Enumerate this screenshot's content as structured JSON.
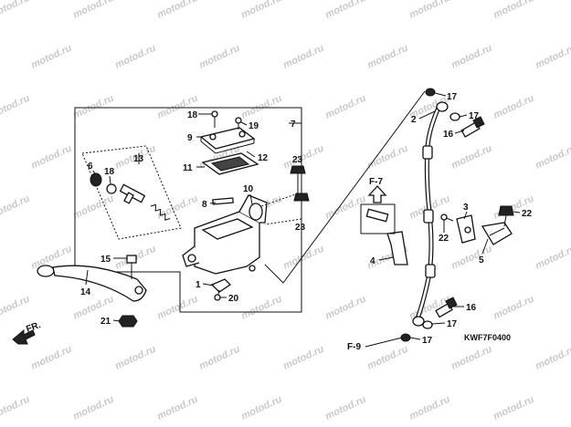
{
  "watermark": "motod.ru",
  "part_labels": [
    "1",
    "2",
    "3",
    "4",
    "5",
    "6",
    "7",
    "8",
    "9",
    "10",
    "11",
    "12",
    "13",
    "14",
    "15",
    "16",
    "17",
    "18",
    "19",
    "20",
    "21",
    "22",
    "23"
  ],
  "callouts": {
    "l18a": "18",
    "l19": "19",
    "l7": "7",
    "l9": "9",
    "l12": "12",
    "l11": "11",
    "l13": "13",
    "l6": "6",
    "l18b": "18",
    "l23a": "23",
    "l10": "10",
    "l8": "8",
    "l23b": "23",
    "l15": "15",
    "l14": "14",
    "l1": "1",
    "l20": "20",
    "l21": "21",
    "l17a": "17",
    "l2": "2",
    "l17b": "17",
    "l16a": "16",
    "l3": "3",
    "l22a": "22",
    "l22b": "22",
    "l5": "5",
    "l4": "4",
    "l16b": "16",
    "l17c": "17",
    "l17d": "17"
  },
  "refs": {
    "f7": "F-7",
    "f9": "F-9",
    "fr": "FR."
  },
  "diagram_code": "KWF7F0400"
}
